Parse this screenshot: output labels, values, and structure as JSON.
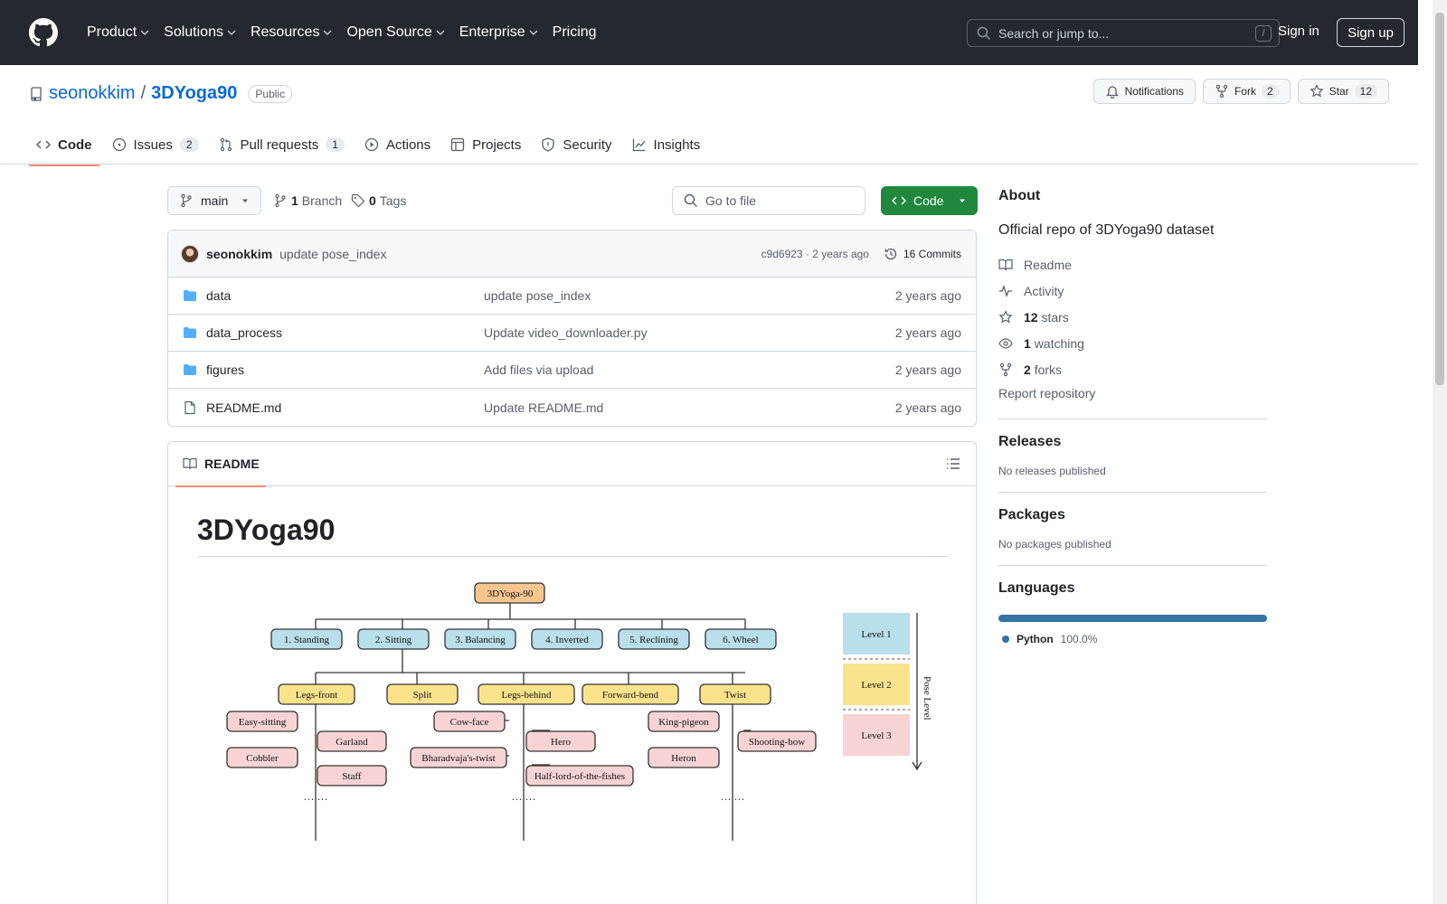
{
  "header": {
    "nav": [
      "Product",
      "Solutions",
      "Resources",
      "Open Source",
      "Enterprise",
      "Pricing"
    ],
    "search_placeholder": "Search or jump to...",
    "search_key": "/",
    "signin": "Sign in",
    "signup": "Sign up"
  },
  "repo": {
    "owner": "seonokkim",
    "sep": "/",
    "name": "3DYoga90",
    "visibility": "Public",
    "notifications": "Notifications",
    "fork_label": "Fork",
    "fork_count": "2",
    "star_label": "Star",
    "star_count": "12"
  },
  "tabs": [
    {
      "label": "Code",
      "count": ""
    },
    {
      "label": "Issues",
      "count": "2"
    },
    {
      "label": "Pull requests",
      "count": "1"
    },
    {
      "label": "Actions",
      "count": ""
    },
    {
      "label": "Projects",
      "count": ""
    },
    {
      "label": "Security",
      "count": ""
    },
    {
      "label": "Insights",
      "count": ""
    }
  ],
  "filebar": {
    "branch": "main",
    "branch_count": "1",
    "branch_word": "Branch",
    "tag_count": "0",
    "tag_word": "Tags",
    "goto_placeholder": "Go to file",
    "code_label": "Code"
  },
  "commit": {
    "author": "seonokkim",
    "message": "update pose_index",
    "hash_time": "c9d6923 · 2 years ago",
    "commits": "16 Commits"
  },
  "files": [
    {
      "name": "data",
      "type": "folder",
      "commit": "update pose_index",
      "date": "2 years ago"
    },
    {
      "name": "data_process",
      "type": "folder",
      "commit": "Update video_downloader.py",
      "date": "2 years ago"
    },
    {
      "name": "figures",
      "type": "folder",
      "commit": "Add files via upload",
      "date": "2 years ago"
    },
    {
      "name": "README.md",
      "type": "file",
      "commit": "Update README.md",
      "date": "2 years ago"
    }
  ],
  "readme": {
    "tab": "README",
    "title": "3DYoga90"
  },
  "figure": {
    "root": "3DYoga-90",
    "level1": [
      "1. Standing",
      "2. Sitting",
      "3. Balancing",
      "4. Inverted",
      "5. Reclining",
      "6. Wheel"
    ],
    "level2": [
      "Legs-front",
      "Split",
      "Legs-behind",
      "Forward-bend",
      "Twist"
    ],
    "level3_left": [
      "Easy-sitting",
      "Garland",
      "Cobbler",
      "Staff"
    ],
    "level3_mid": [
      "Cow-face",
      "Hero",
      "Bharadvaja's-twist",
      "Half-lord-of-the-fishes"
    ],
    "level3_right": [
      "King-pigeon",
      "Shooting-bow",
      "Heron"
    ],
    "ellipsis": "··· ···",
    "legend": [
      "Level 1",
      "Level 2",
      "Level 3"
    ],
    "axis_label": "Pose Level"
  },
  "sidebar": {
    "about_title": "About",
    "description": "Official repo of 3DYoga90 dataset",
    "readme": "Readme",
    "activity": "Activity",
    "stars_count": "12",
    "stars_word": "stars",
    "watching_count": "1",
    "watching_word": "watching",
    "forks_count": "2",
    "forks_word": "forks",
    "report": "Report repository",
    "releases_title": "Releases",
    "releases_text": "No releases published",
    "packages_title": "Packages",
    "packages_text": "No packages published",
    "languages_title": "Languages",
    "language_name": "Python",
    "language_pct": "100.0%",
    "language_color": "#3572A5"
  }
}
